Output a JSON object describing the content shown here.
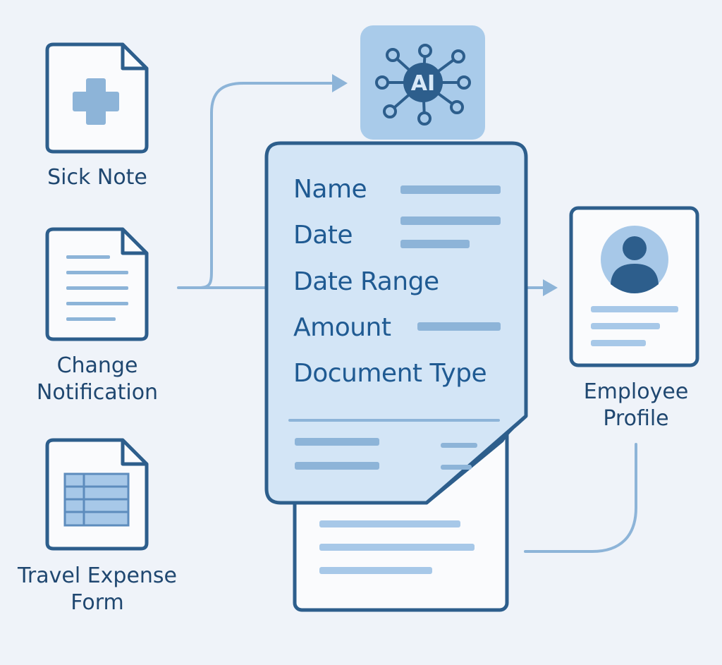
{
  "inputs": {
    "sick_note": "Sick Note",
    "change_notification": [
      "Change",
      "Notification"
    ],
    "travel_expense": [
      "Travel Expense",
      "Form"
    ]
  },
  "ai_badge": "AI",
  "fields": {
    "name": "Name",
    "date": "Date",
    "date_range": "Date Range",
    "amount": "Amount",
    "document_type": "Document Type"
  },
  "output": {
    "label": [
      "Employee",
      "Profile"
    ]
  },
  "colors": {
    "background": "#eff3f9",
    "outline": "#2d5e8c",
    "accent_light": "#a7c8e8",
    "card_fill": "#d3e5f6",
    "text": "#1f4770",
    "field_text": "#1f5a92"
  }
}
